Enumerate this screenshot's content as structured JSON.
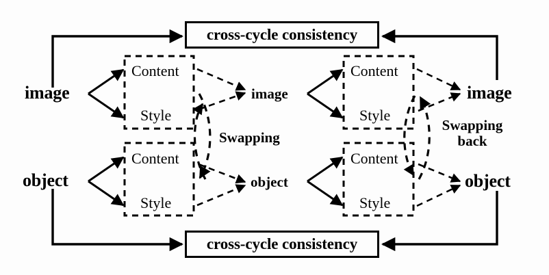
{
  "diagram": {
    "title": "cross-cycle consistency swapping diagram",
    "colors": {
      "stroke": "#000000",
      "background": "#fdfdfd",
      "text": "#000000"
    },
    "boxes": {
      "top_consistency": "cross-cycle consistency",
      "bottom_consistency": "cross-cycle consistency"
    },
    "nodes": {
      "input_image": "image",
      "input_object": "object",
      "mid_image": "image",
      "mid_object": "object",
      "out_image": "image",
      "out_object": "object"
    },
    "feature_boxes": [
      {
        "id": "img-left",
        "content": "Content",
        "style": "Style"
      },
      {
        "id": "obj-left",
        "content": "Content",
        "style": "Style"
      },
      {
        "id": "img-right",
        "content": "Content",
        "style": "Style"
      },
      {
        "id": "obj-right",
        "content": "Content",
        "style": "Style"
      }
    ],
    "operations": {
      "swapping": "Swapping",
      "swapping_back_line1": "Swapping",
      "swapping_back_line2": "back"
    }
  }
}
